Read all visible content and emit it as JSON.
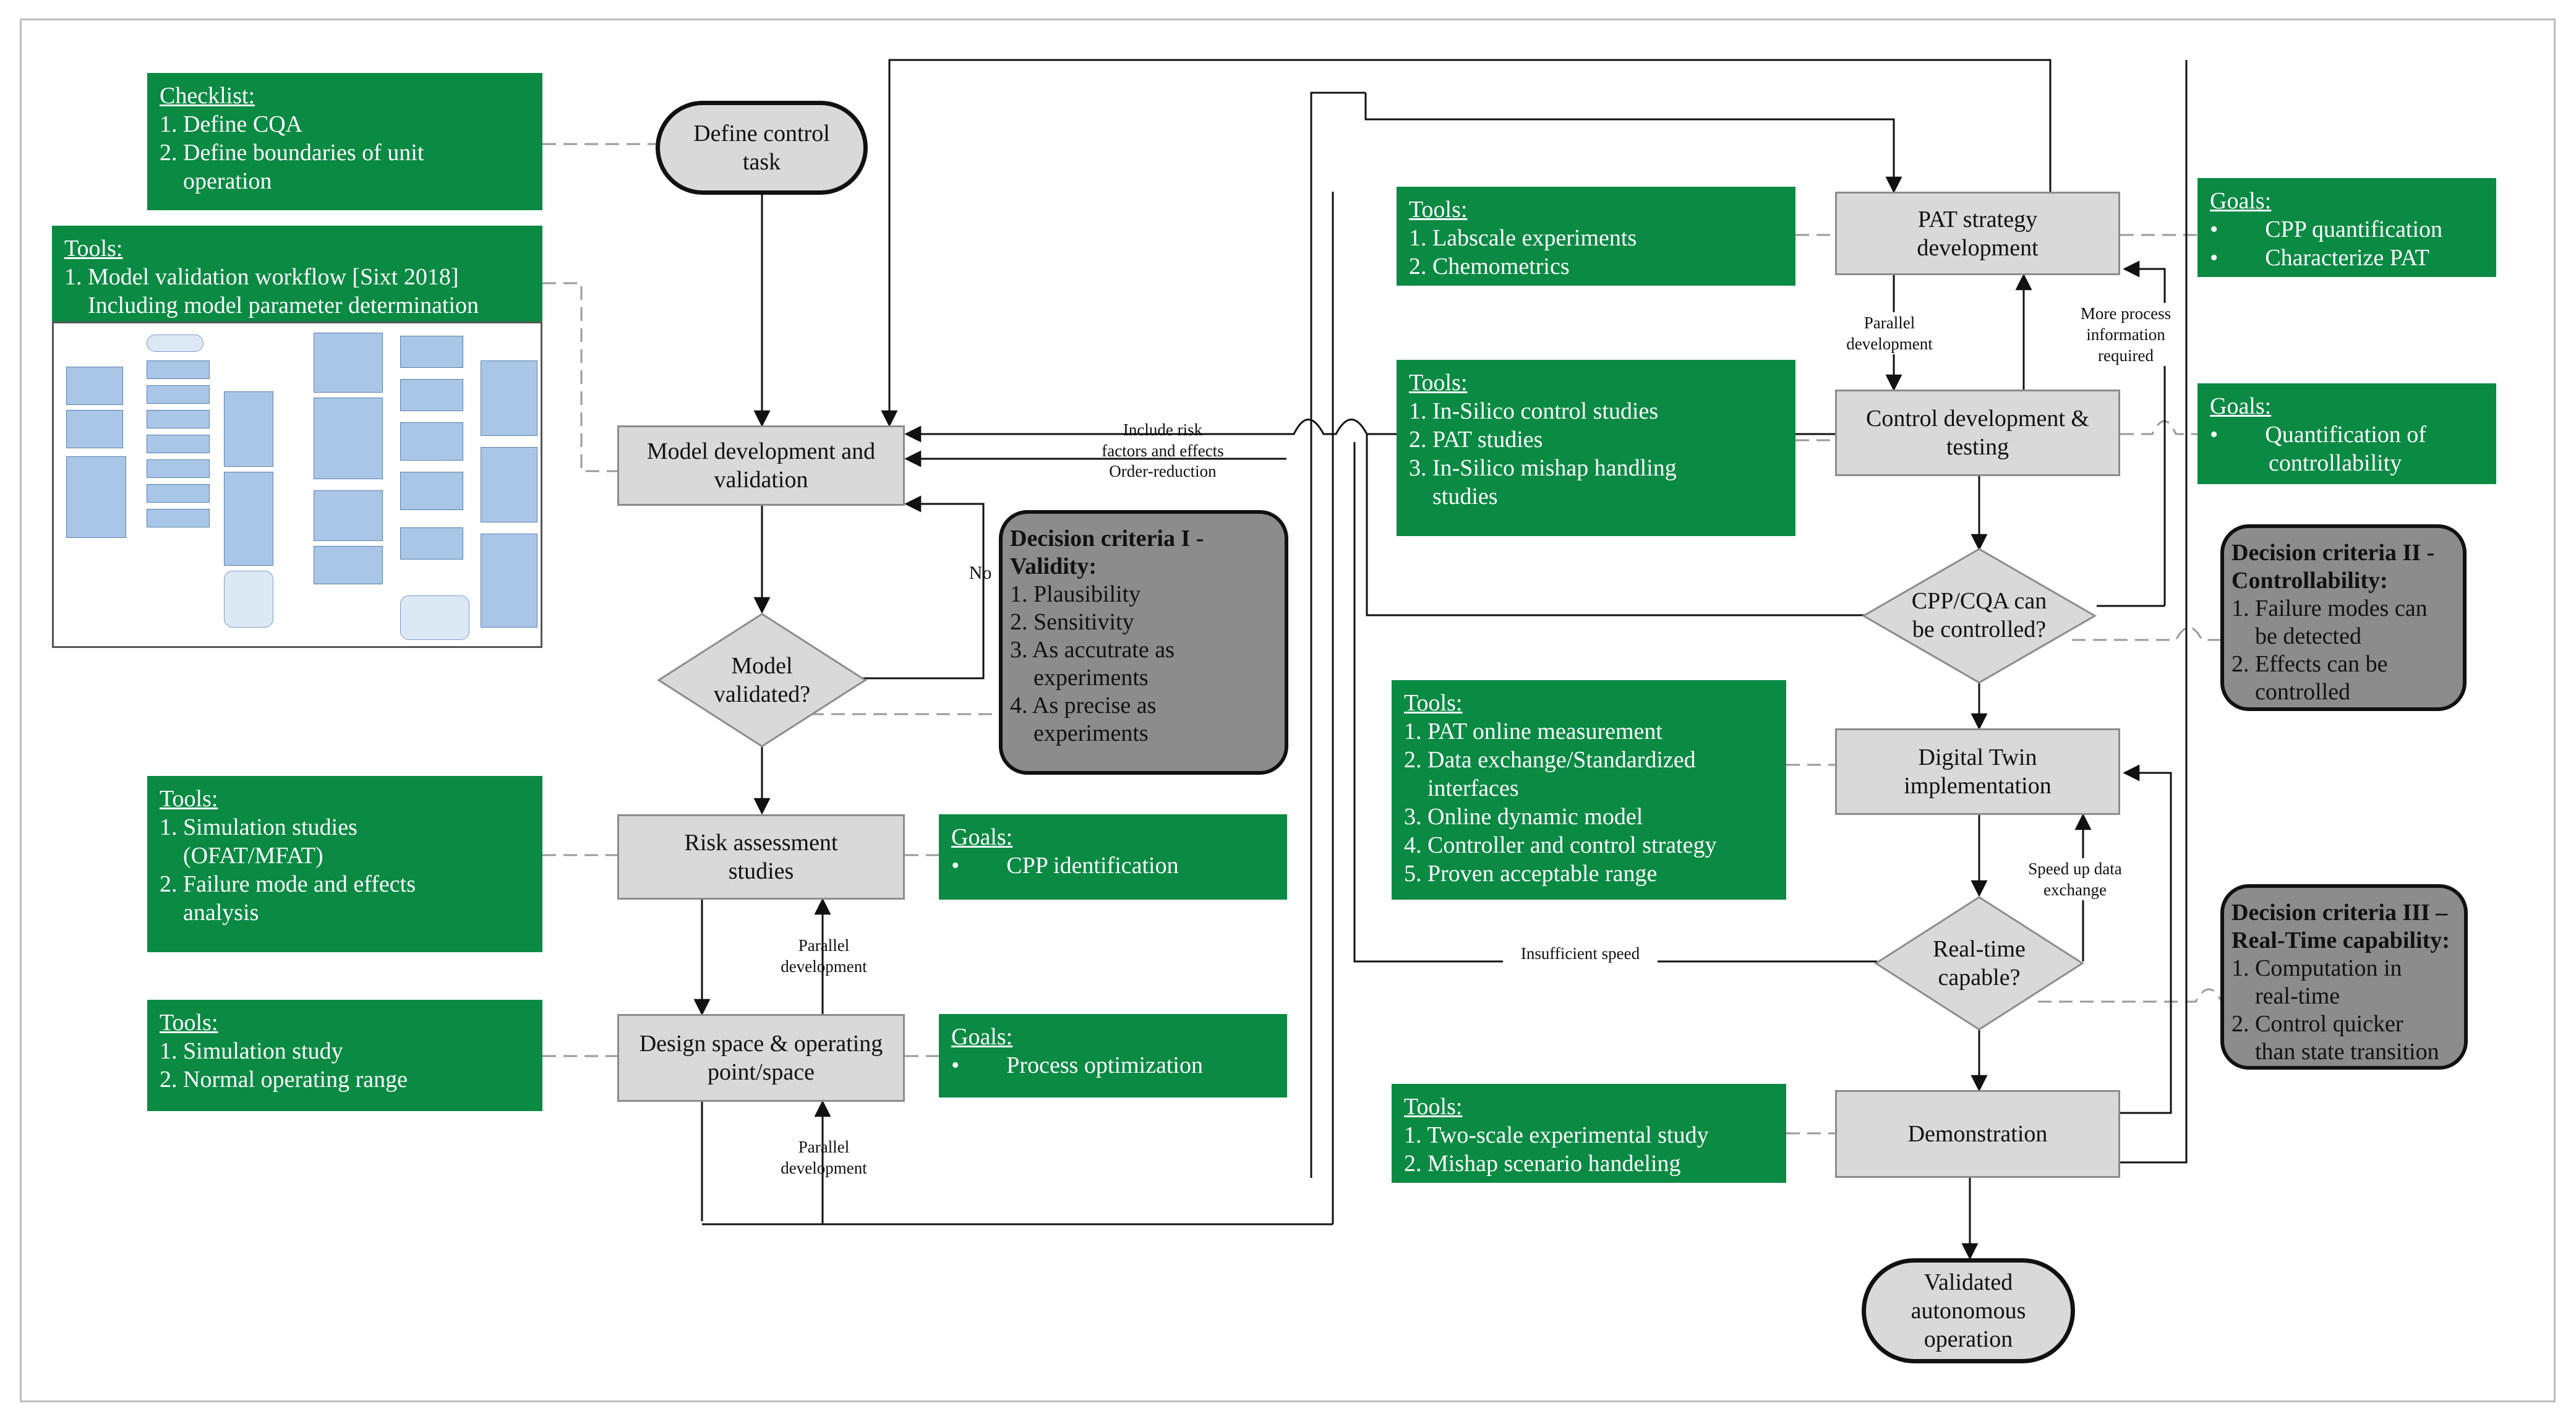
{
  "left_column": {
    "checklist": {
      "heading": "Checklist:",
      "items": [
        "1. Define CQA",
        "2. Define boundaries of unit",
        "    operation"
      ]
    },
    "tools_validation": {
      "heading": "Tools:",
      "items": [
        "1. Model validation workflow [Sixt 2018]",
        "    Including model parameter determination"
      ]
    },
    "tools_simulation": {
      "heading": "Tools:",
      "items": [
        "1. Simulation studies",
        "    (OFAT/MFAT)",
        "2. Failure mode and effects",
        "    analysis"
      ]
    },
    "tools_design": {
      "heading": "Tools:",
      "items": [
        "1. Simulation study",
        "2. Normal operating range"
      ]
    }
  },
  "center_column": {
    "define_control_task": "Define control task",
    "model_development": "Model development and validation",
    "model_validated": "Model validated?",
    "no_label": "No",
    "risk_assessment": "Risk assessment studies",
    "design_space": "Design space & operating point/space",
    "parallel_dev_1": "Parallel\ndevelopment",
    "parallel_dev_2": "Parallel\ndevelopment",
    "goals_cpp": {
      "heading": "Goals:",
      "items": [
        "•        CPP identification"
      ]
    },
    "goals_process": {
      "heading": "Goals:",
      "items": [
        "•        Process optimization"
      ]
    },
    "decision_1": {
      "title": "Decision criteria I -\nValidity:",
      "items": [
        "1. Plausibility",
        "2. Sensitivity",
        "3. As accutrate as\n    experiments",
        "4. As precise as\n    experiments"
      ]
    }
  },
  "connectors": {
    "include_risk": "Include risk\nfactors and effects",
    "order_reduction": "Order-reduction",
    "insufficient_speed": "Insufficient speed"
  },
  "right_column": {
    "tools_labscale": {
      "heading": "Tools:",
      "items": [
        "1. Labscale experiments",
        "2. Chemometrics"
      ]
    },
    "tools_insilico": {
      "heading": "Tools:",
      "items": [
        "1. In-Silico control studies",
        "2. PAT studies",
        "3. In-Silico mishap handling",
        "    studies"
      ]
    },
    "tools_pat": {
      "heading": "Tools:",
      "items": [
        "1. PAT online measurement",
        "2. Data exchange/Standardized",
        "    interfaces",
        "3. Online dynamic model",
        "4. Controller and control strategy",
        "5. Proven acceptable range"
      ]
    },
    "tools_twoscale": {
      "heading": "Tools:",
      "items": [
        "1. Two-scale experimental study",
        "2. Mishap scenario handeling"
      ]
    },
    "pat_strategy": "PAT strategy development",
    "control_development": "Control development & testing",
    "cpp_cqa": "CPP/CQA can be controlled?",
    "digital_twin": "Digital Twin implementation",
    "realtime": "Real-time capable?",
    "demonstration": "Demonstration",
    "validated_autonomous": "Validated autonomous operation",
    "parallel_dev_3": "Parallel\ndevelopment",
    "more_process": "More process\ninformation\nrequired",
    "speed_up": "Speed up data\nexchange",
    "goals_cpp_quant": {
      "heading": "Goals:",
      "items": [
        "•        CPP quantification",
        "•        Characterize PAT"
      ]
    },
    "goals_controllability": {
      "heading": "Goals:",
      "items": [
        "•        Quantification of",
        "          controllability"
      ]
    },
    "decision_2": {
      "title": "Decision criteria II -\nControllability:",
      "items": [
        "1. Failure modes can\n    be detected",
        "2. Effects can be\n    controlled"
      ]
    },
    "decision_3": {
      "title": "Decision criteria III –\nReal-Time capability:",
      "items": [
        "1. Computation in\n    real-time",
        "2. Control quicker\n    than state transition"
      ]
    }
  },
  "colors": {
    "green": "#0a8a43",
    "grey_box": "#d9d9d9",
    "criteria": "#8c8c8c",
    "line": "#111111",
    "dashed": "#999999"
  }
}
